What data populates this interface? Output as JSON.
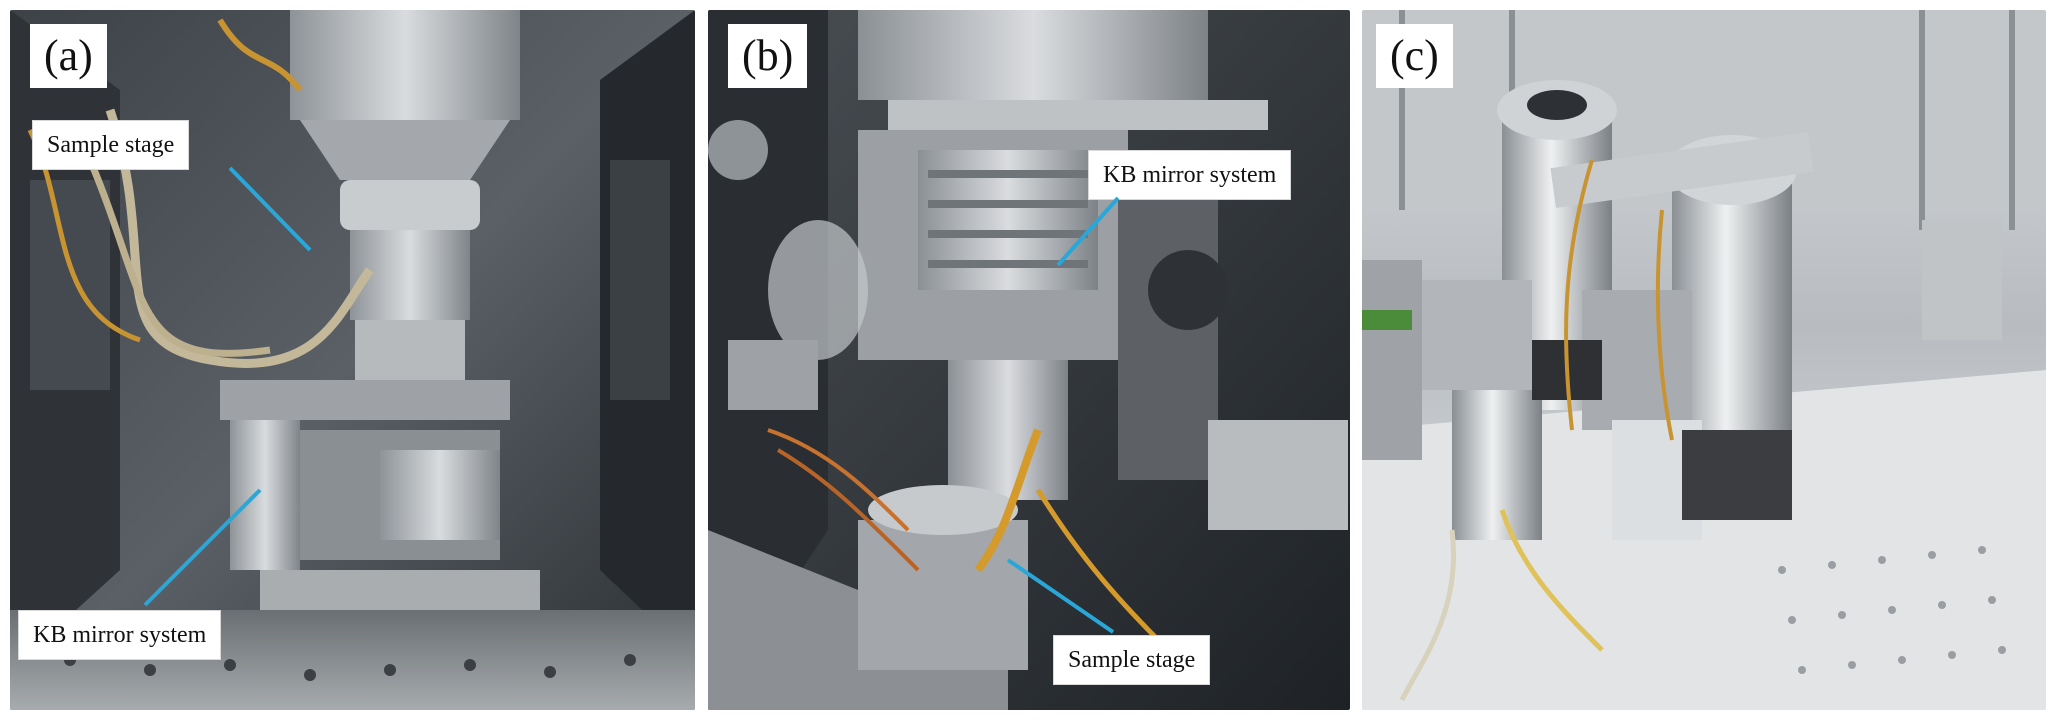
{
  "figure": {
    "panels": [
      {
        "letter": "(a)",
        "callouts": [
          "Sample stage",
          "KB mirror system"
        ]
      },
      {
        "letter": "(b)",
        "callouts": [
          "KB mirror system",
          "Sample stage"
        ]
      },
      {
        "letter": "(c)",
        "callouts": []
      }
    ],
    "colors": {
      "arrow": "#2aa7d9",
      "label_bg": "#ffffff",
      "label_text": "#111111",
      "cable_gold": "#c89432",
      "metal": "#b9bdc1"
    }
  }
}
